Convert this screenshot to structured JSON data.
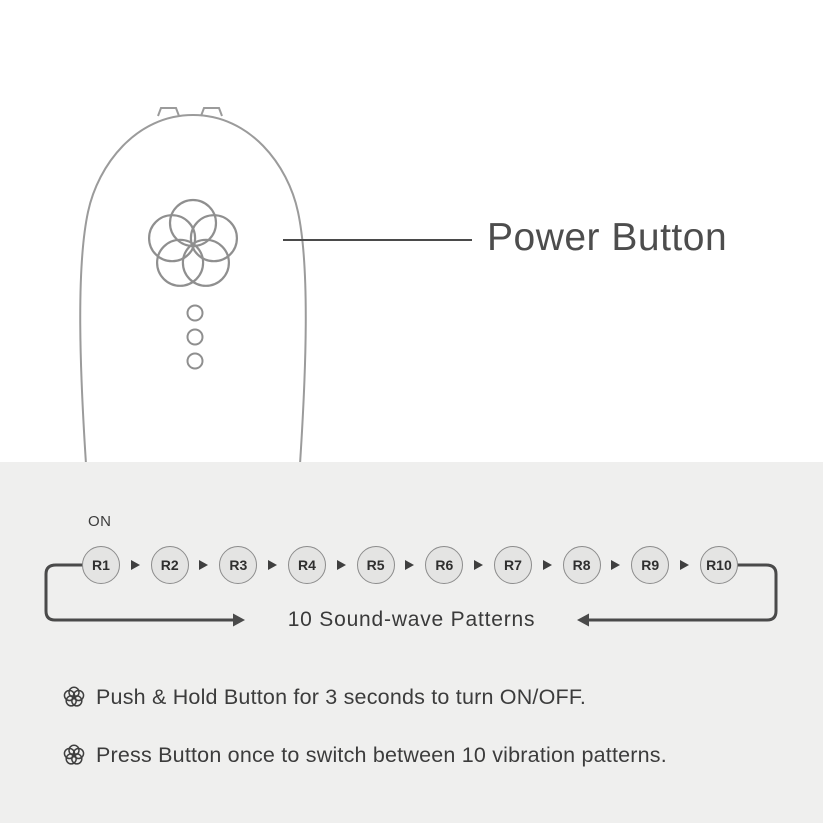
{
  "illustration": {
    "power_label": "Power Button",
    "power_icon": "flower-power-icon"
  },
  "sequence": {
    "on_label": "ON",
    "steps": [
      "R1",
      "R2",
      "R3",
      "R4",
      "R5",
      "R6",
      "R7",
      "R8",
      "R9",
      "R10"
    ],
    "caption": "10 Sound-wave Patterns"
  },
  "instructions": [
    {
      "icon": "flower-power-icon",
      "text": "Push & Hold Button for 3 seconds to turn ON/OFF."
    },
    {
      "icon": "flower-power-icon",
      "text": "Press Button once to switch between 10 vibration patterns."
    }
  ],
  "colors": {
    "device_outline": "#9b9b9b",
    "diagram_line": "#4a4a4a",
    "step_circle_fill": "#e4e4e3",
    "step_circle_border": "#8c8c8c",
    "text": "#3c3c3c",
    "section_background": "#efefee"
  }
}
